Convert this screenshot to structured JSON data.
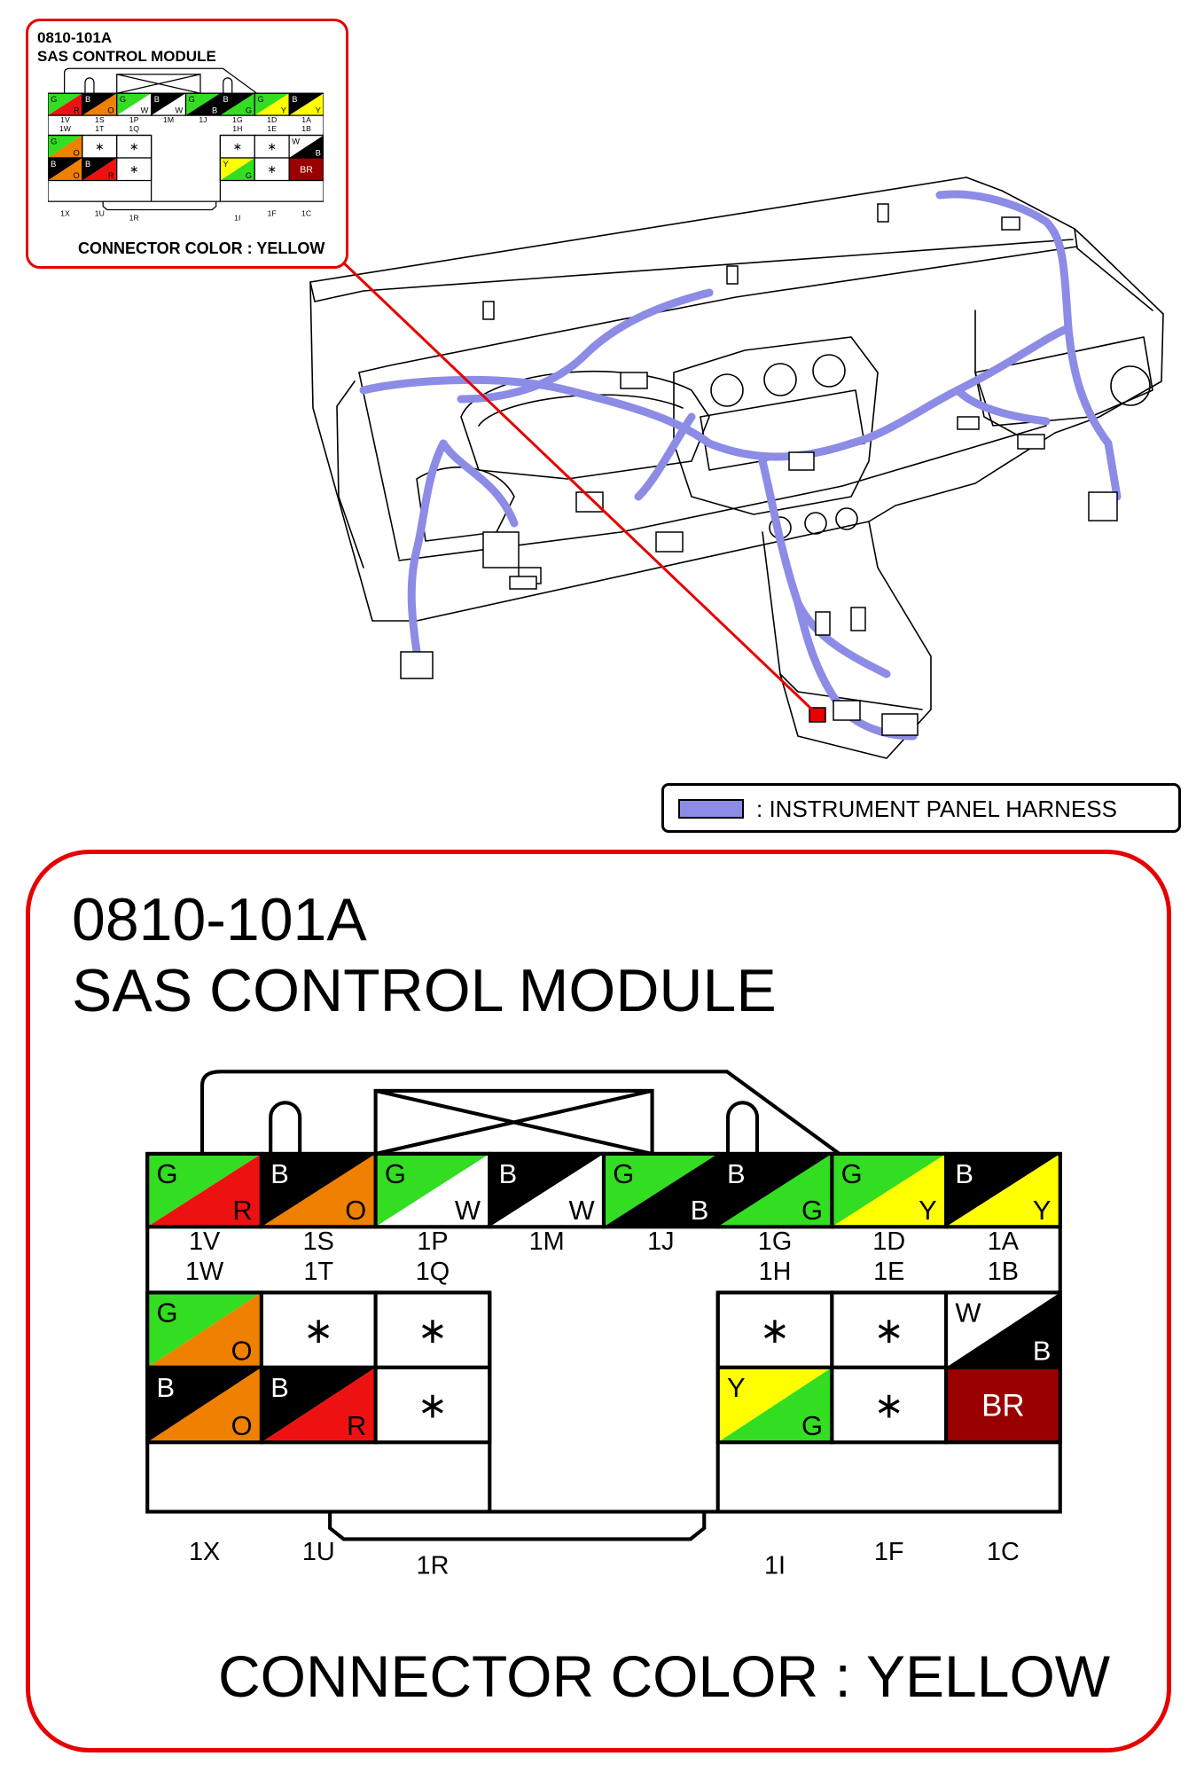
{
  "connector": {
    "code": "0810-101A",
    "name": "SAS CONTROL MODULE",
    "color_note": "CONNECTOR COLOR : YELLOW"
  },
  "legend": {
    "label": ": INSTRUMENT PANEL HARNESS",
    "swatch_color": "#8c8ce6"
  },
  "colors": {
    "G": "#33dd22",
    "R": "#ee1111",
    "B": "#000000",
    "O": "#f08000",
    "W": "#ffffff",
    "Y": "#ffff00",
    "BR": "#990000"
  },
  "pins": {
    "top_row": [
      {
        "upper": "G",
        "lower": "R",
        "labels": [
          "1V",
          "1W"
        ]
      },
      {
        "upper": "B",
        "lower": "O",
        "labels": [
          "1S",
          "1T"
        ]
      },
      {
        "upper": "G",
        "lower": "W",
        "labels": [
          "1P",
          "1Q"
        ]
      },
      {
        "upper": "B",
        "lower": "W",
        "labels": [
          "1M",
          ""
        ]
      },
      {
        "upper": "G",
        "lower": "B",
        "labels": [
          "1J",
          ""
        ]
      },
      {
        "upper": "B",
        "lower": "G",
        "labels": [
          "1G",
          "1H"
        ]
      },
      {
        "upper": "G",
        "lower": "Y",
        "labels": [
          "1D",
          "1E"
        ]
      },
      {
        "upper": "B",
        "lower": "Y",
        "labels": [
          "1A",
          "1B"
        ]
      }
    ],
    "lower_left_row1": [
      {
        "upper": "G",
        "lower": "O"
      },
      {
        "mark": "*"
      },
      {
        "mark": "*"
      }
    ],
    "lower_left_row2": [
      {
        "upper": "B",
        "lower": "O",
        "label": "1X"
      },
      {
        "upper": "B",
        "lower": "R",
        "label": "1U"
      },
      {
        "mark": "*",
        "label": "1R"
      }
    ],
    "lower_right_row1": [
      {
        "mark": "*"
      },
      {
        "mark": "*"
      },
      {
        "upper": "W",
        "lower": "B"
      }
    ],
    "lower_right_row2": [
      {
        "upper": "Y",
        "lower": "G",
        "label": "1I"
      },
      {
        "mark": "*",
        "label": "1F"
      },
      {
        "solid": "BR",
        "label": "1C"
      }
    ]
  }
}
